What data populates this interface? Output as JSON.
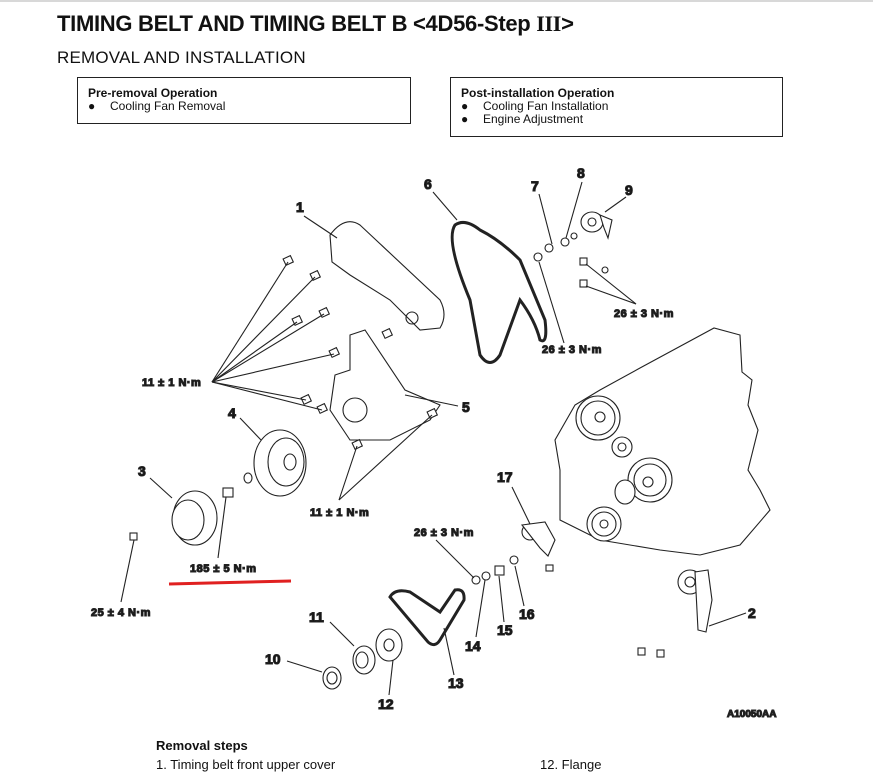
{
  "header": {
    "title_main": "TIMING BELT AND TIMING BELT B <4D56-Step ",
    "title_roman": "III",
    "title_end": ">",
    "subtitle": "REMOVAL AND INSTALLATION"
  },
  "pre_removal": {
    "heading": "Pre-removal Operation",
    "bullet": "●",
    "items": [
      "Cooling Fan Removal"
    ]
  },
  "post_installation": {
    "heading": "Post-installation Operation",
    "bullet": "●",
    "items": [
      "Cooling Fan Installation",
      "Engine Adjustment"
    ]
  },
  "diagram": {
    "figure_id": "A10050AA",
    "callouts": [
      "1",
      "2",
      "3",
      "4",
      "5",
      "6",
      "7",
      "8",
      "9",
      "10",
      "11",
      "12",
      "13",
      "14",
      "15",
      "16",
      "17"
    ],
    "torques": {
      "cover_bolts": "11 ± 1 N·m",
      "lower_cover_bolts": "11 ± 1 N·m",
      "crank_bolt": "185 ± 5 N·m",
      "damper_bolt": "25 ± 4 N·m",
      "tensioner_bolts": "26 ± 3 N·m",
      "tensioner_nut": "26 ± 3 N·m",
      "tensioner_b_nut": "26 ± 3 N·m"
    },
    "highlight_color": "#e02020"
  },
  "removal_steps": {
    "heading": "Removal steps",
    "rows": [
      {
        "left": "1. Timing belt front upper cover",
        "right": "12. Flange"
      }
    ]
  }
}
